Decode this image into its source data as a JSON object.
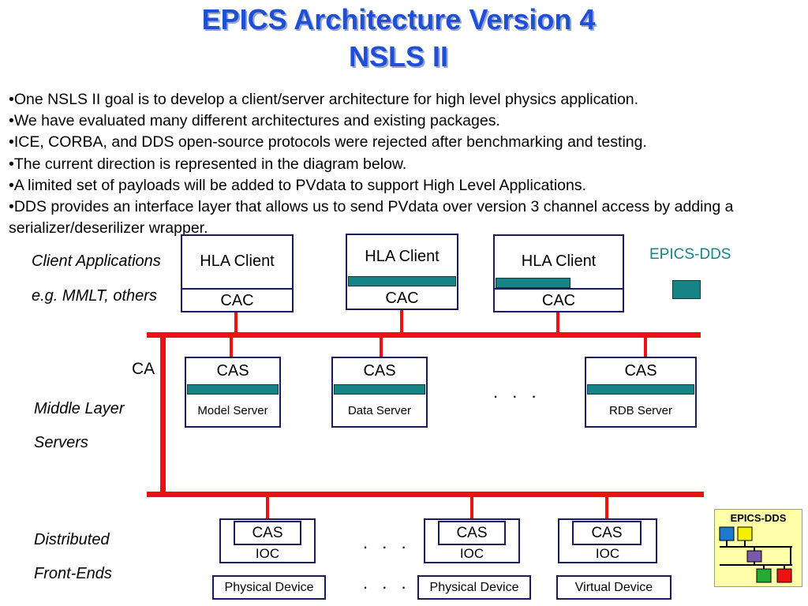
{
  "title": {
    "line1": "EPICS Architecture Version 4",
    "line2": "NSLS II"
  },
  "bullets": [
    "•One NSLS II goal is to develop a client/server architecture for high level physics application.",
    "•We have evaluated many different architectures and existing packages.",
    "•ICE, CORBA, and DDS open-source protocols were rejected after benchmarking and testing.",
    "•The current direction is represented in the diagram below.",
    "•A limited set of payloads will be added to PVdata to support High Level Applications.",
    "•DDS provides an interface layer that allows us to send PVdata over version 3 channel access by adding a serializer/deserilizer wrapper."
  ],
  "labels": {
    "client_apps": "Client Applications",
    "client_apps_eg": "e.g. MMLT, others",
    "ca": "CA",
    "middle_layer": "Middle Layer",
    "servers": "Servers",
    "distributed": "Distributed",
    "front_ends": "Front-Ends",
    "epics_dds_legend": "EPICS-DDS",
    "dots": ". . ."
  },
  "clients": [
    {
      "top": "HLA Client",
      "bottom": "CAC",
      "dds_bar": false
    },
    {
      "top": "HLA Client",
      "bottom": "CAC",
      "dds_bar": true
    },
    {
      "top": "HLA Client",
      "bottom": "CAC",
      "dds_bar": "partial"
    }
  ],
  "middle_servers": [
    {
      "top": "CAS",
      "bottom": "Model Server"
    },
    {
      "top": "CAS",
      "bottom": "Data Server"
    },
    {
      "top": "CAS",
      "bottom": "RDB Server"
    }
  ],
  "front_ends": [
    {
      "cas": "CAS",
      "ioc": "IOC",
      "device": "Physical Device"
    },
    {
      "cas": "CAS",
      "ioc": "IOC",
      "device": "Physical Device"
    },
    {
      "cas": "CAS",
      "ioc": "IOC",
      "device": "Virtual Device"
    }
  ],
  "logo": {
    "text": "EPICS-DDS",
    "background": "#ffffaa"
  },
  "colors": {
    "title": "#1f4fd6",
    "bus": "#ee1111",
    "dds_bar": "#168484",
    "box_border": "#1a1a5e",
    "legend_text": "#168484"
  }
}
